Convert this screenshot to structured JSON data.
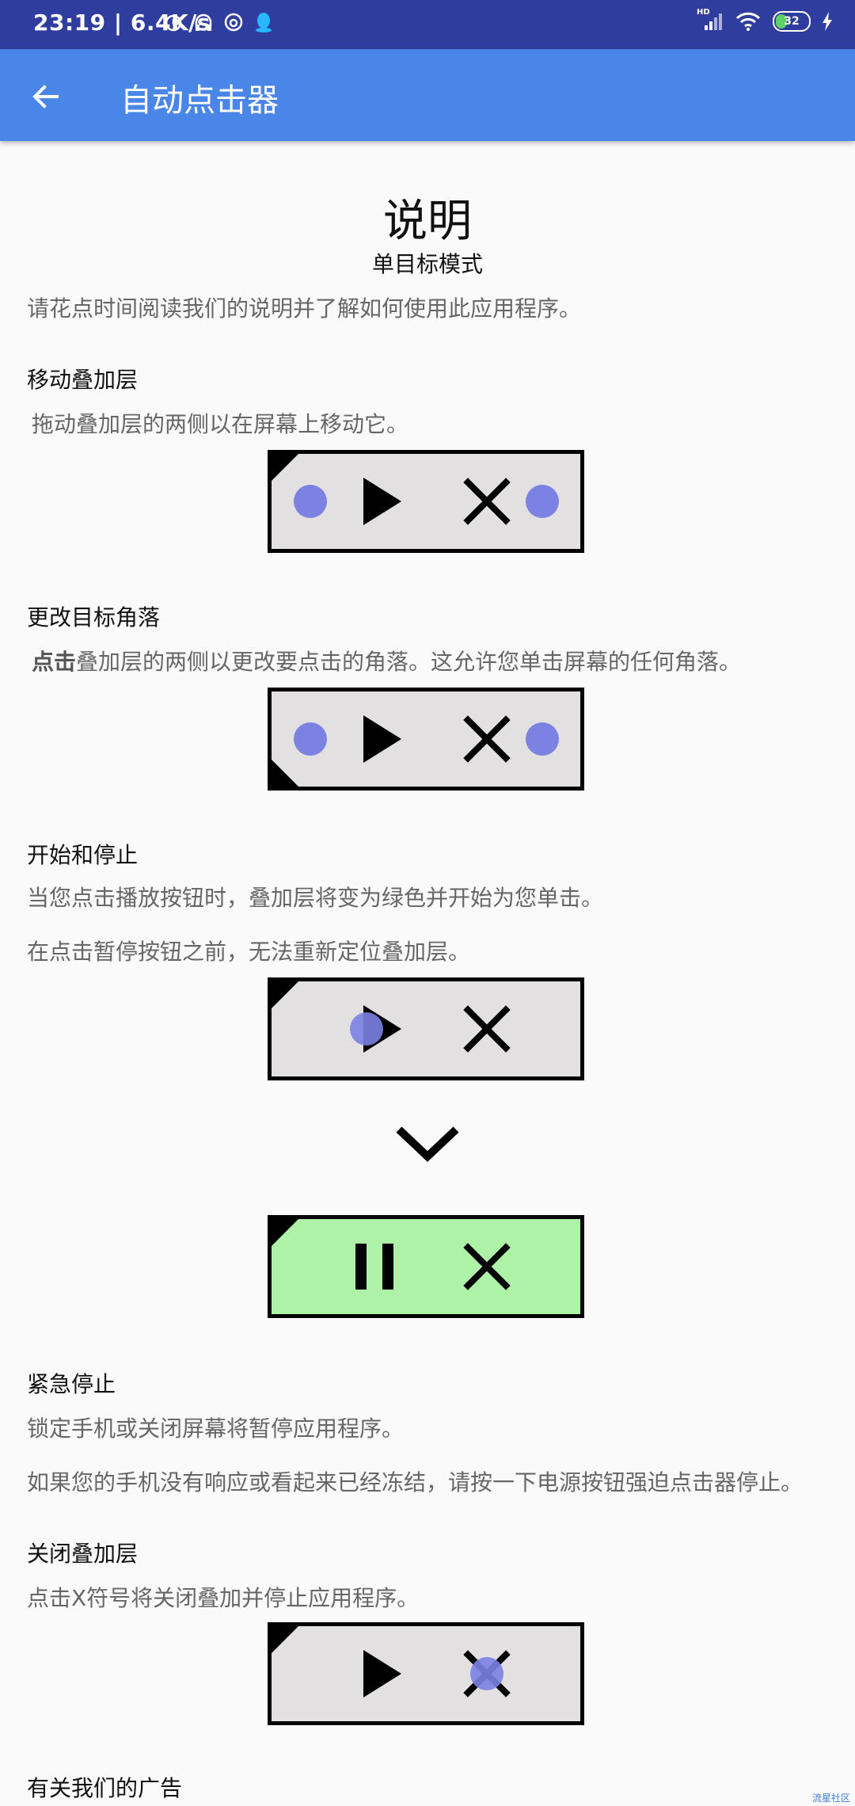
{
  "status_bar": {
    "time_speed": "23:19 | 6.4K/s",
    "battery": "32",
    "network": "HD"
  },
  "app_bar": {
    "title": "自动点击器"
  },
  "header": {
    "title": "说明",
    "subtitle": "单目标模式"
  },
  "intro": "请花点时间阅读我们的说明并了解如何使用此应用程序。",
  "sections": {
    "move": {
      "heading": "移动叠加层",
      "text": "拖动叠加层的两侧以在屏幕上移动它。"
    },
    "corner": {
      "heading": "更改目标角落",
      "bold": "点击",
      "text": "叠加层的两侧以更改要点击的角落。这允许您单击屏幕的任何角落。"
    },
    "start_stop": {
      "heading": "开始和停止",
      "text1": "当您点击播放按钮时，叠加层将变为绿色并开始为您单击。",
      "text2": "在点击暂停按钮之前，无法重新定位叠加层。"
    },
    "emergency": {
      "heading": "紧急停止",
      "text1": "锁定手机或关闭屏幕将暂停应用程序。",
      "text2": "如果您的手机没有响应或看起来已经冻结，请按一下电源按钮强迫点击器停止。"
    },
    "close": {
      "heading": "关闭叠加层",
      "text": "点击X符号将关闭叠加并停止应用程序。"
    },
    "ads": {
      "heading": "有关我们的广告"
    }
  },
  "watermark": "流星社区"
}
